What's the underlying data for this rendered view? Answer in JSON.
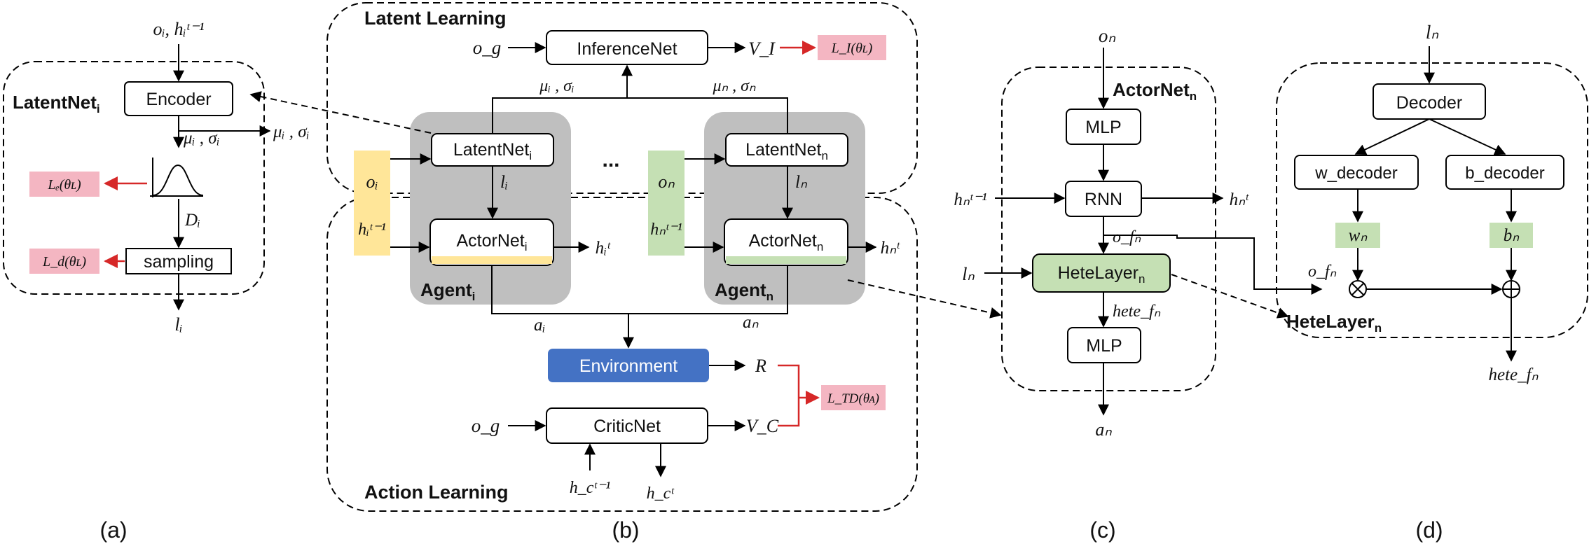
{
  "colors": {
    "agent_bg": "#bfbfbf",
    "loss_bg": "#f4b6c2",
    "yellow": "#ffe699",
    "green": "#c5e0b4",
    "environment": "#4472c4",
    "red_arrow": "#d62828"
  },
  "panel_a": {
    "caption": "(a)",
    "title": "LatentNet",
    "title_sub": "i",
    "input": "oᵢ, hᵢᵗ⁻¹",
    "encoder": "Encoder",
    "mu_sigma_out": "μᵢ , σᵢ",
    "mu_sigma_side": "μᵢ , σᵢ",
    "loss_e": "Lₑ(θʟ)",
    "d_label": "Dᵢ",
    "loss_d": "L_d(θʟ)",
    "sampling": "sampling",
    "output": "lᵢ"
  },
  "panel_b": {
    "caption": "(b)",
    "latent_learning": "Latent Learning",
    "action_learning": "Action Learning",
    "o_g_top": "o_g",
    "inference_net": "InferenceNet",
    "v_i": "V_I",
    "loss_i": "L_I(θʟ)",
    "mu_i": "μᵢ , σᵢ",
    "mu_n": "μₙ , σₙ",
    "latentnet_i": "LatentNet",
    "latentnet_i_sub": "i",
    "latentnet_n": "LatentNet",
    "latentnet_n_sub": "n",
    "ellipsis": "...",
    "o_i": "oᵢ",
    "o_n": "oₙ",
    "l_i": "lᵢ",
    "l_n": "lₙ",
    "h_i_prev": "hᵢᵗ⁻¹",
    "h_n_prev": "hₙᵗ⁻¹",
    "actornet_i": "ActorNet",
    "actornet_i_sub": "i",
    "actornet_n": "ActorNet",
    "actornet_n_sub": "n",
    "h_i_t": "hᵢᵗ",
    "h_n_t": "hₙᵗ",
    "agent_i": "Agent",
    "agent_i_sub": "i",
    "agent_n": "Agent",
    "agent_n_sub": "n",
    "a_i": "aᵢ",
    "a_n": "aₙ",
    "environment": "Environment",
    "r": "R",
    "o_g_bottom": "o_g",
    "critic_net": "CriticNet",
    "v_c": "V_C",
    "loss_td": "L_TD(θᴀ)",
    "h_c_prev": "h_cᵗ⁻¹",
    "h_c_t": "h_cᵗ"
  },
  "panel_c": {
    "caption": "(c)",
    "o_n": "oₙ",
    "title": "ActorNet",
    "title_sub": "n",
    "mlp_top": "MLP",
    "h_prev": "hₙᵗ⁻¹",
    "rnn": "RNN",
    "h_t": "hₙᵗ",
    "o_f": "o_fₙ",
    "l_n": "lₙ",
    "hete_layer": "HeteLayer",
    "hete_layer_sub": "n",
    "hete_f": "hete_fₙ",
    "mlp_bottom": "MLP",
    "a_n": "aₙ"
  },
  "panel_d": {
    "caption": "(d)",
    "l_n": "lₙ",
    "decoder": "Decoder",
    "w_decoder": "w_decoder",
    "b_decoder": "b_decoder",
    "w_n": "wₙ",
    "b_n": "bₙ",
    "o_f": "o_fₙ",
    "title": "HeteLayer",
    "title_sub": "n",
    "hete_f": "hete_fₙ"
  }
}
